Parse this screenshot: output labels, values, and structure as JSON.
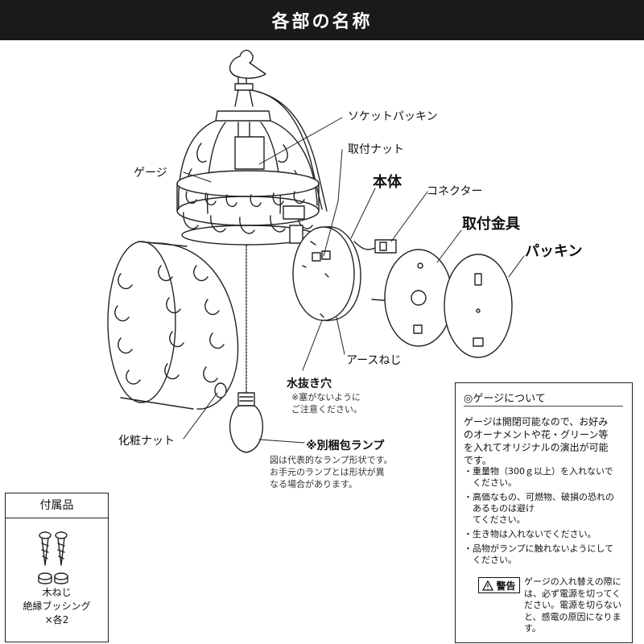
{
  "header": {
    "title": "各部の名称"
  },
  "labels": {
    "socket_packing": "ソケットパッキン",
    "mounting_nut": "取付ナット",
    "gauge": "ゲージ",
    "body": "本体",
    "connector": "コネクター",
    "mounting_bracket": "取付金具",
    "packing": "パッキン",
    "earth_screw": "アースねじ",
    "drain_hole": "水抜き穴",
    "decorative_nut": "化粧ナット",
    "lamp": "※別梱包ランプ"
  },
  "notes": {
    "drain_hole": [
      "※塞がないように",
      "ご注意ください。"
    ],
    "lamp": [
      "図は代表的なランプ形状です。",
      "お手元のランプとは形状が異",
      "なる場合があります。"
    ]
  },
  "accessories": {
    "title": "付属品",
    "caption": [
      "木ねじ",
      "絶縁ブッシング",
      "×各2"
    ]
  },
  "gauge_box": {
    "title": "◎ゲージについて",
    "body": [
      "ゲージは開閉可能なので、お好み",
      "のオーナメントや花・グリーン等",
      "を入れてオリジナルの演出が可能",
      "です。"
    ],
    "items": [
      [
        "・重量物（300ｇ以上）を入れないで",
        "　ください。"
      ],
      [
        "・高価なもの、可燃物、破損の恐れの",
        "　あるものは避け",
        "　てください。"
      ],
      [
        "・生き物は入れないでください。"
      ],
      [
        "・品物がランプに触れないようにして",
        "　ください。"
      ]
    ],
    "warning_badge": "警告",
    "warning_text": [
      "ゲージの入れ替えの際に",
      "は、必ず電源を切ってく",
      "ださい。電源を切らない",
      "と、感電の原因になりま",
      "す。"
    ]
  }
}
